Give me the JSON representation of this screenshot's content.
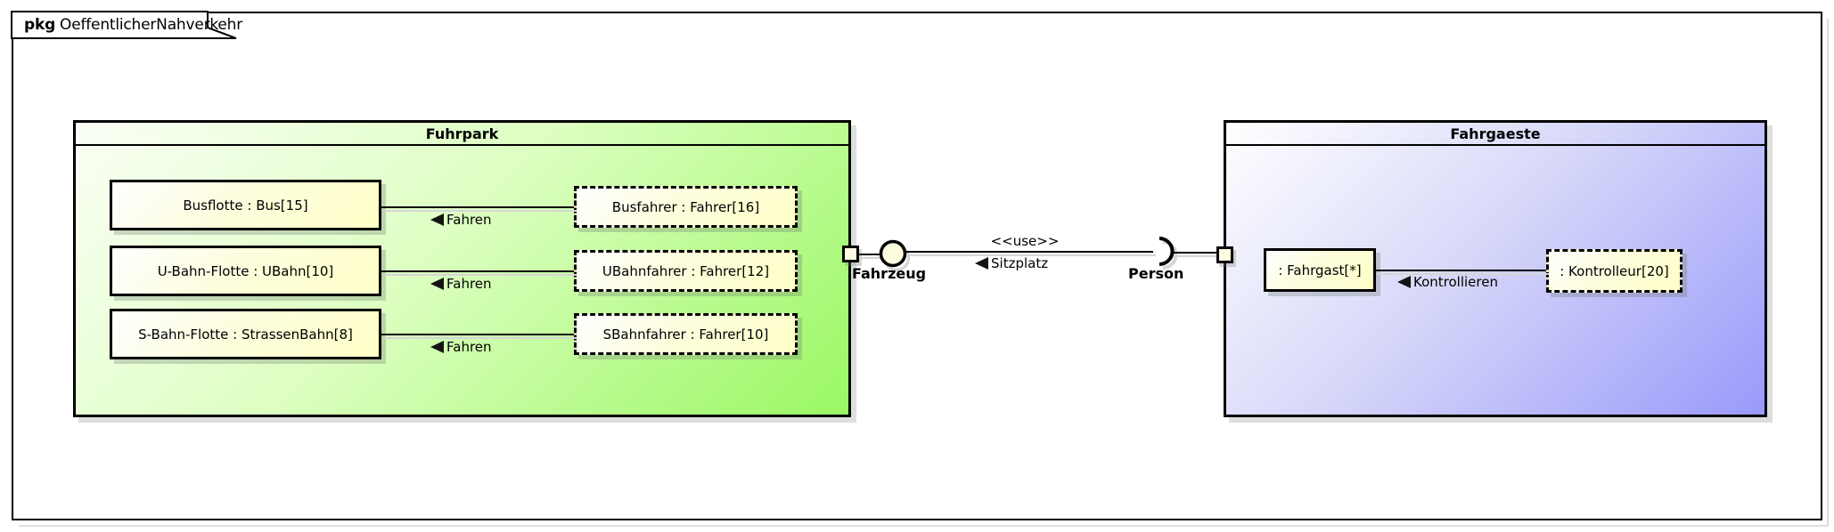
{
  "frame": {
    "keyword": "pkg",
    "name": "OeffentlicherNahverkehr"
  },
  "fuhrpark": {
    "title": "Fuhrpark",
    "parts": [
      {
        "label": "Busflotte : Bus[15]"
      },
      {
        "label": "U-Bahn-Flotte : UBahn[10]"
      },
      {
        "label": "S-Bahn-Flotte : StrassenBahn[8]"
      }
    ],
    "roles": [
      {
        "label": "Busfahrer : Fahrer[16]"
      },
      {
        "label": "UBahnfahrer : Fahrer[12]"
      },
      {
        "label": "SBahnfahrer : Fahrer[10]"
      }
    ],
    "association_label": "Fahren"
  },
  "fahrgaeste": {
    "title": "Fahrgaeste",
    "parts": [
      {
        "label": ": Fahrgast[*]"
      }
    ],
    "roles": [
      {
        "label": ": Kontrolleur[20]"
      }
    ],
    "association_label": "Kontrollieren"
  },
  "interface_link": {
    "left_port_label": "Fahrzeug",
    "right_port_label": "Person",
    "stereotype": "<<use>>",
    "label": "Sitzplatz"
  },
  "colors": {
    "fuhrpark_fill": "#9af763",
    "fahrgaeste_fill": "#9a99fa",
    "node_fill": "#ffffc8",
    "border": "#000000",
    "shadow": "#dedede"
  }
}
